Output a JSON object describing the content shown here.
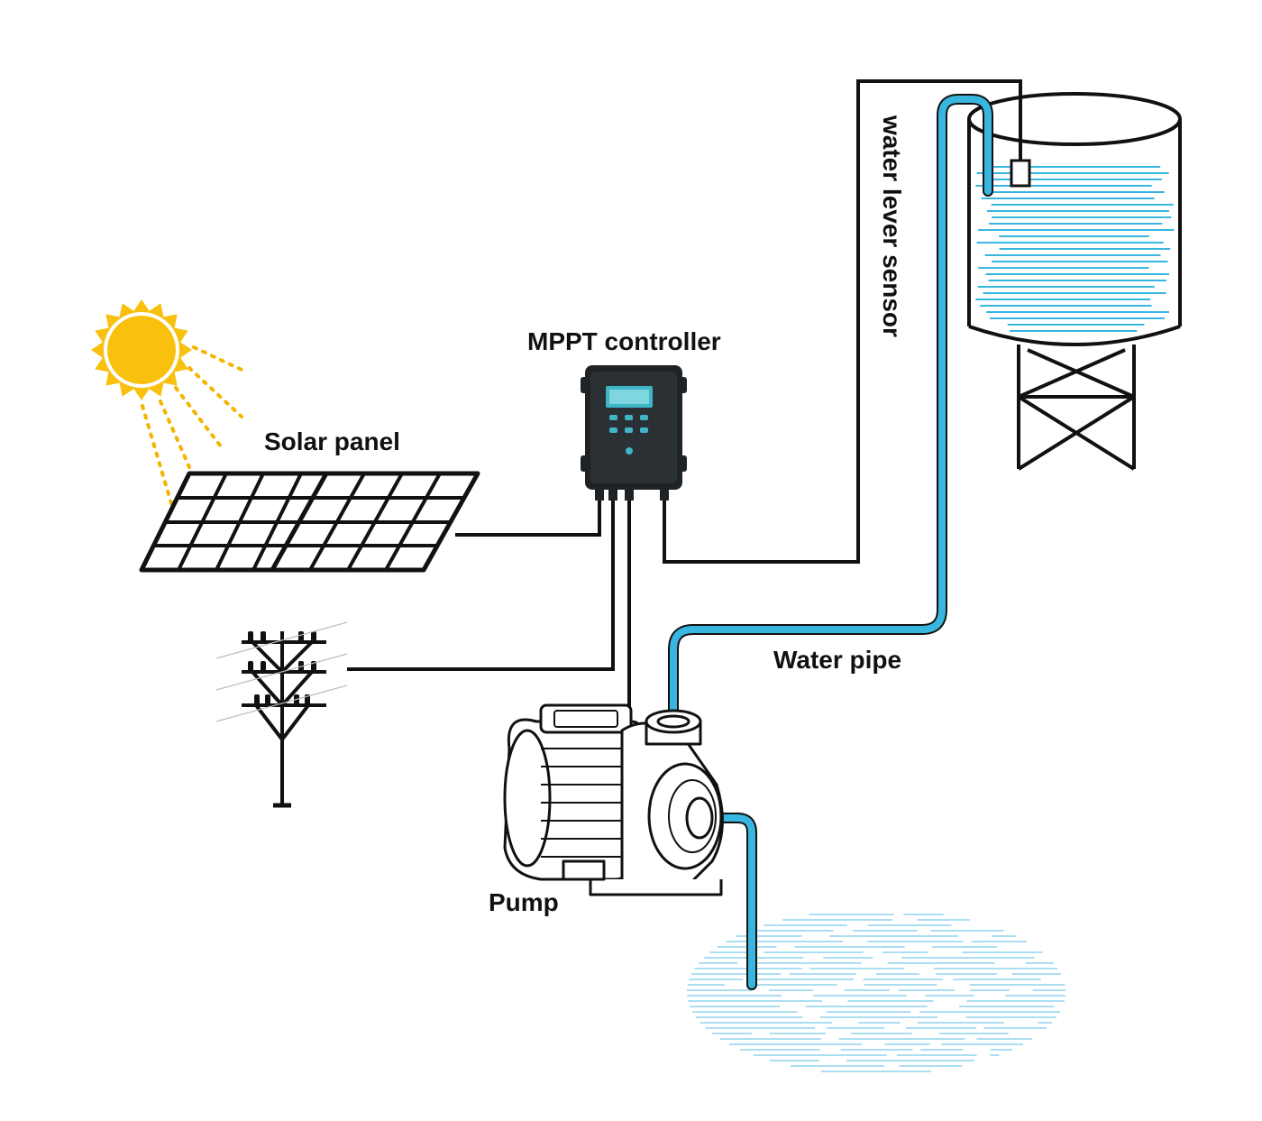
{
  "labels": {
    "solar_panel": "Solar panel",
    "mppt_controller": "MPPT controller",
    "water_level_sensor": "water lever sensor",
    "water_pipe": "Water pipe",
    "pump": "Pump"
  },
  "colors": {
    "sun": "#f9c10e",
    "sun_rays": "#f4b400",
    "water": "#38b6e0",
    "water_light": "#8fd3ec",
    "wire": "#111111",
    "controller_body": "#1f2326",
    "controller_screen": "#3fb6c8"
  }
}
